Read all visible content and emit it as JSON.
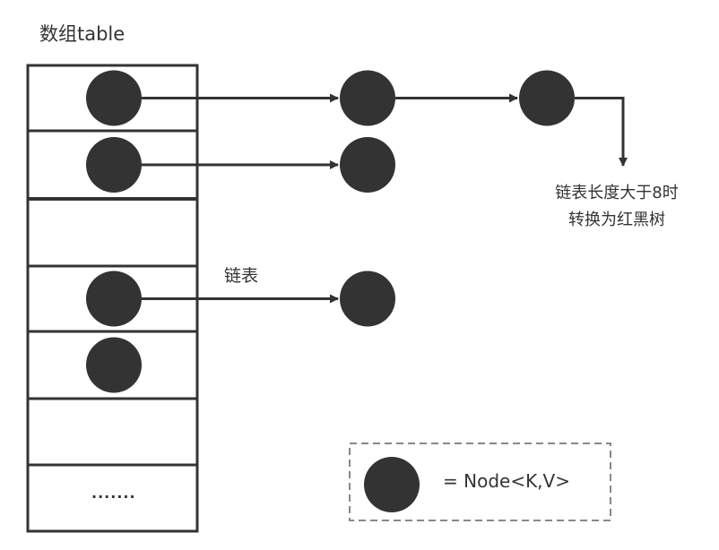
{
  "diagram": {
    "title": "数组table",
    "array_slots": [
      {
        "index": 0,
        "has_node": true,
        "chain_length": 3
      },
      {
        "index": 1,
        "has_node": true,
        "chain_length": 2
      },
      {
        "index": 2,
        "has_node": false,
        "chain_length": 0
      },
      {
        "index": 3,
        "has_node": true,
        "chain_length": 2
      },
      {
        "index": 4,
        "has_node": true,
        "chain_length": 1
      },
      {
        "index": 5,
        "has_node": false,
        "chain_length": 0
      },
      {
        "index": 6,
        "has_node": false,
        "chain_length": 0,
        "label": "......."
      }
    ],
    "linked_list_label": "链表",
    "treeify_note": {
      "line1": "链表长度大于8时",
      "line2": "转换为红黑树"
    },
    "legend": {
      "text": "= Node<K,V>",
      "symbol": "filled-circle"
    },
    "colors": {
      "stroke": "#333333",
      "node_fill": "#333333",
      "legend_border": "#888888",
      "background": "#ffffff"
    }
  }
}
